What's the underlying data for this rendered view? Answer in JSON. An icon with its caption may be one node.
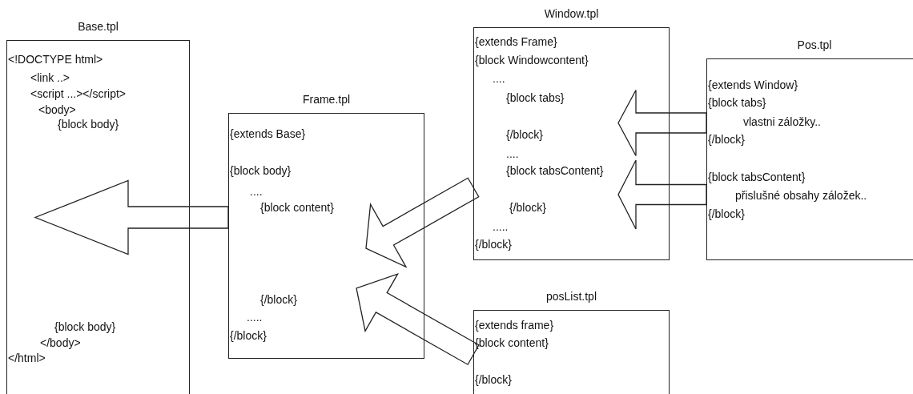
{
  "diagram": {
    "nodes": [
      {
        "text": [
          "Base.tpl",
          "<!DOCTYPE html>",
          "<link ..>",
          "<script ...></script>",
          "<body>",
          "{block body}",
          "{block body}",
          "</body>",
          "</html>"
        ]
      },
      {
        "text": [
          "Frame.tpl",
          "{extends Base}",
          "{block body}",
          "....",
          "{block content}",
          "{/block}",
          ".....",
          "{/block}"
        ]
      },
      {
        "text": [
          "Window.tpl",
          "{extends Frame}",
          "{block Windowcontent}",
          "....",
          "{block tabs}",
          "{/block}",
          "....",
          "{block tabsContent}",
          "{/block}",
          ".....",
          "{/block}"
        ]
      },
      {
        "text": [
          "Pos.tpl",
          "{extends Window}",
          "{block tabs}",
          "vlastni záložky..",
          "{/block}",
          "{block tabsContent}",
          "přislušné obsahy záložek..",
          "{/block}"
        ]
      },
      {
        "text": [
          "posList.tpl",
          "{extends frame}",
          "{block content}",
          "{/block}"
        ]
      }
    ],
    "edges": [
      {
        "from": 1,
        "to": 0,
        "arrow": "to"
      },
      {
        "from": 2,
        "to": 1,
        "arrow": "to"
      },
      {
        "from": 3,
        "to": 2,
        "arrow": "to"
      },
      {
        "from": 3,
        "to": 2,
        "arrow": "to"
      },
      {
        "from": 4,
        "to": 1,
        "arrow": "to"
      }
    ]
  }
}
